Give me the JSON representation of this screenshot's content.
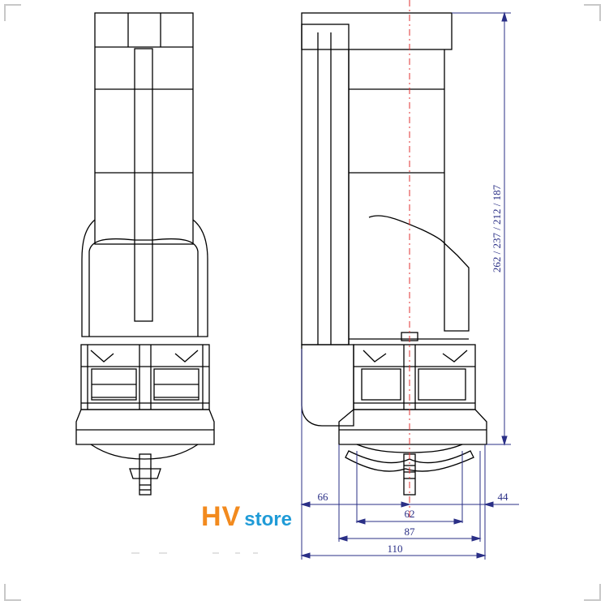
{
  "brand": {
    "hv": "HV",
    "store": "store"
  },
  "dimensions": {
    "height_range": "262 / 237 / 212 / 187",
    "d66": "66",
    "d44": "44",
    "d62": "62",
    "d87": "87",
    "d110": "110"
  },
  "colors": {
    "line": "#000000",
    "dimension": "#2a2f86",
    "centerline": "#e03030",
    "brand_hv": "#f28a1e",
    "brand_store": "#1f9bd7",
    "frame_corner": "#c8c8c8"
  }
}
